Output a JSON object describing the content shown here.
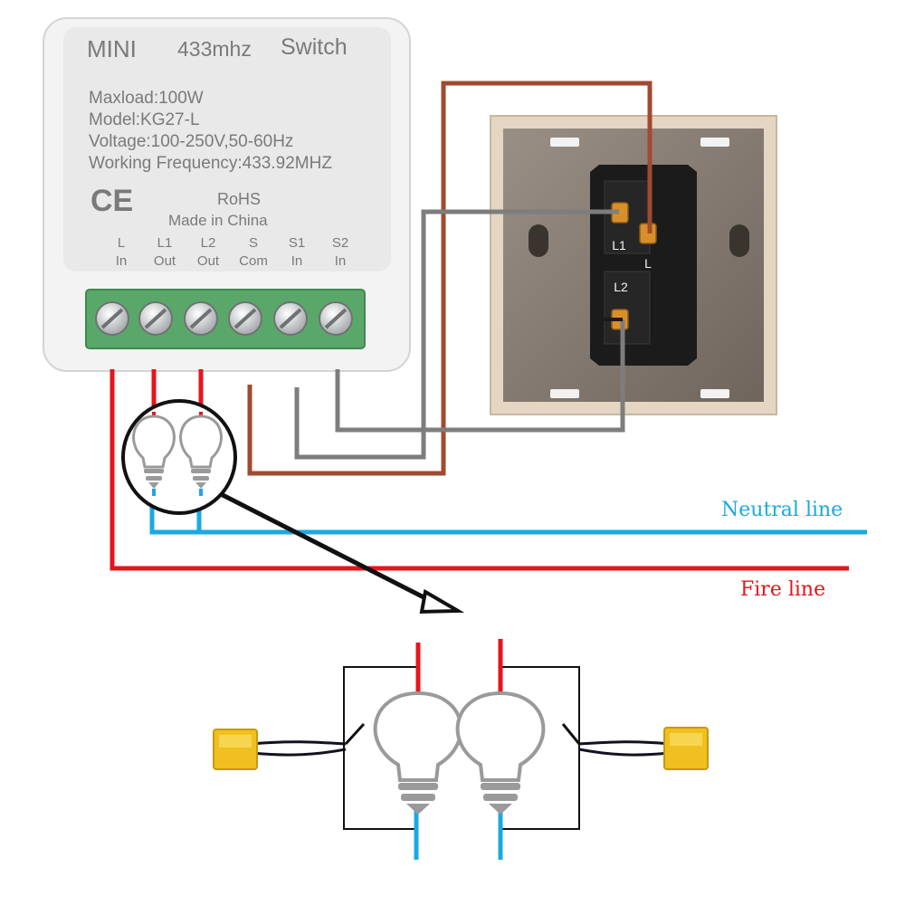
{
  "module": {
    "header": {
      "brand": "MINI",
      "frequency": "433mhz",
      "type": "Switch"
    },
    "specs": [
      "Maxload:100W",
      "Model:KG27-L",
      "Voltage:100-250V,50-60Hz",
      "Working Frequency:433.92MHZ"
    ],
    "ce_mark": "CE",
    "rohs": "RoHS",
    "made_in": "Made  in  China",
    "terminals": [
      {
        "name": "L",
        "role": "In"
      },
      {
        "name": "L1",
        "role": "Out"
      },
      {
        "name": "L2",
        "role": "Out"
      },
      {
        "name": "S",
        "role": "Com"
      },
      {
        "name": "S1",
        "role": "In"
      },
      {
        "name": "S2",
        "role": "In"
      }
    ]
  },
  "wall_switch": {
    "terminal_l1": "L1",
    "terminal_l": "L",
    "terminal_l2": "L2"
  },
  "lines": {
    "neutral": "Neutral line",
    "fire": "Fire line"
  },
  "colors": {
    "fire": "#e8141b",
    "neutral": "#1ba9e1",
    "brown": "#a04a30",
    "grey": "#7d7d7d",
    "terminal_block": "#5aa869",
    "capacitor": "#f0c020",
    "module_body": "#f1f1f1",
    "switch_plate": "#8b8178"
  }
}
